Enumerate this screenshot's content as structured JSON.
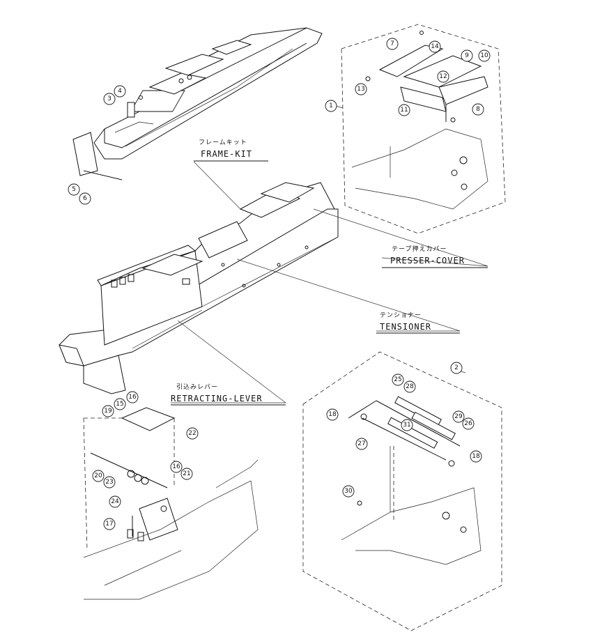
{
  "labels": {
    "frame_kit": {
      "jp": "フレームキット",
      "en": "FRAME-KIT"
    },
    "presser_cover": {
      "jp": "テープ押えカバー",
      "en": "PRESSER-COVER"
    },
    "tensioner": {
      "jp": "テンショナー",
      "en": "TENSIONER"
    },
    "retracting_lever": {
      "jp": "引込みレバー",
      "en": "RETRACTING-LEVER"
    }
  },
  "balloons": [
    "1",
    "2",
    "3",
    "4",
    "5",
    "6",
    "7",
    "8",
    "9",
    "10",
    "11",
    "12",
    "13",
    "14",
    "15",
    "16",
    "16",
    "17",
    "18",
    "18",
    "19",
    "20",
    "21",
    "22",
    "23",
    "24",
    "25",
    "26",
    "27",
    "28",
    "29",
    "30",
    "31"
  ]
}
